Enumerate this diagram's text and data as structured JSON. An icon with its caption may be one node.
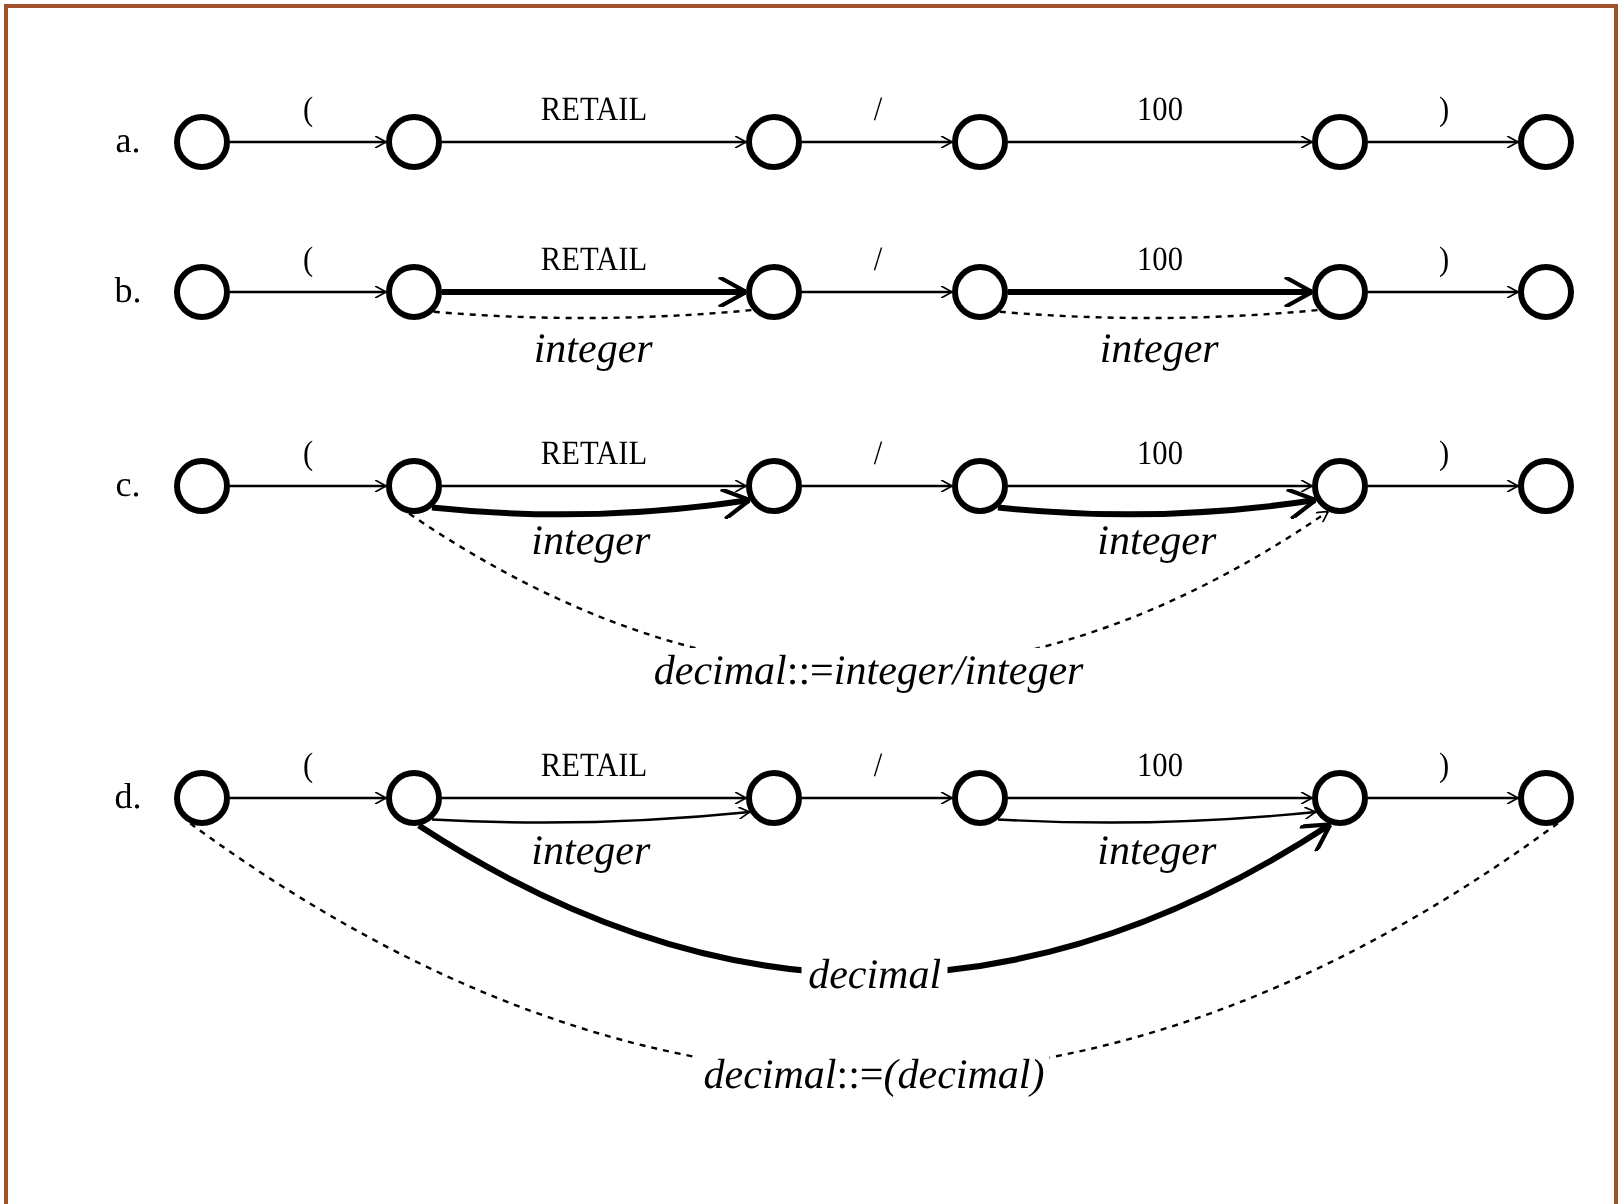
{
  "diagram": {
    "nodes": [
      {
        "text": [],
        "shape": "circle"
      },
      {
        "text": [],
        "shape": "circle"
      },
      {
        "text": [],
        "shape": "circle"
      },
      {
        "text": [],
        "shape": "circle"
      },
      {
        "text": [],
        "shape": "circle"
      },
      {
        "text": [],
        "shape": "circle"
      },
      {
        "text": [],
        "shape": "circle"
      },
      {
        "text": [],
        "shape": "circle"
      },
      {
        "text": [],
        "shape": "circle"
      },
      {
        "text": [],
        "shape": "circle"
      },
      {
        "text": [],
        "shape": "circle"
      },
      {
        "text": [],
        "shape": "circle"
      },
      {
        "text": [],
        "shape": "circle"
      },
      {
        "text": [],
        "shape": "circle"
      },
      {
        "text": [],
        "shape": "circle"
      },
      {
        "text": [],
        "shape": "circle"
      },
      {
        "text": [],
        "shape": "circle"
      },
      {
        "text": [],
        "shape": "circle"
      },
      {
        "text": [],
        "shape": "circle"
      },
      {
        "text": [],
        "shape": "circle"
      },
      {
        "text": [],
        "shape": "circle"
      },
      {
        "text": [],
        "shape": "circle"
      },
      {
        "text": [],
        "shape": "circle"
      },
      {
        "text": [],
        "shape": "circle"
      }
    ],
    "edges": [
      {
        "from": 0,
        "to": 1,
        "arrow": "to",
        "label": "("
      },
      {
        "from": 1,
        "to": 2,
        "arrow": "to",
        "label": "RETAIL"
      },
      {
        "from": 2,
        "to": 3,
        "arrow": "to",
        "label": "/"
      },
      {
        "from": 3,
        "to": 4,
        "arrow": "to",
        "label": "100"
      },
      {
        "from": 4,
        "to": 5,
        "arrow": "to",
        "label": ")"
      },
      {
        "from": 6,
        "to": 7,
        "arrow": "to",
        "label": "("
      },
      {
        "from": 7,
        "to": 8,
        "arrow": "to",
        "label": "RETAIL",
        "style": "thick"
      },
      {
        "from": 8,
        "to": 9,
        "arrow": "to",
        "label": "/"
      },
      {
        "from": 9,
        "to": 10,
        "arrow": "to",
        "label": "100",
        "style": "thick"
      },
      {
        "from": 10,
        "to": 11,
        "arrow": "to",
        "label": ")"
      },
      {
        "from": 7,
        "to": 8,
        "arrow": "none",
        "label": "integer",
        "style": "dashed"
      },
      {
        "from": 9,
        "to": 10,
        "arrow": "none",
        "label": "integer",
        "style": "dashed"
      },
      {
        "from": 12,
        "to": 13,
        "arrow": "to",
        "label": "("
      },
      {
        "from": 13,
        "to": 14,
        "arrow": "to",
        "label": "RETAIL"
      },
      {
        "from": 14,
        "to": 15,
        "arrow": "to",
        "label": "/"
      },
      {
        "from": 15,
        "to": 16,
        "arrow": "to",
        "label": "100"
      },
      {
        "from": 16,
        "to": 17,
        "arrow": "to",
        "label": ")"
      },
      {
        "from": 13,
        "to": 14,
        "arrow": "to",
        "label": "integer",
        "style": "thick"
      },
      {
        "from": 15,
        "to": 16,
        "arrow": "to",
        "label": "integer",
        "style": "thick"
      },
      {
        "from": 13,
        "to": 16,
        "arrow": "to",
        "label": "*decimal*::=*integer/integer*",
        "style": "dashed"
      },
      {
        "from": 18,
        "to": 19,
        "arrow": "to",
        "label": "("
      },
      {
        "from": 19,
        "to": 20,
        "arrow": "to",
        "label": "RETAIL"
      },
      {
        "from": 20,
        "to": 21,
        "arrow": "to",
        "label": "/"
      },
      {
        "from": 21,
        "to": 22,
        "arrow": "to",
        "label": "100"
      },
      {
        "from": 22,
        "to": 23,
        "arrow": "to",
        "label": ")"
      },
      {
        "from": 19,
        "to": 20,
        "arrow": "to",
        "label": "integer"
      },
      {
        "from": 21,
        "to": 22,
        "arrow": "to",
        "label": "integer"
      },
      {
        "from": 19,
        "to": 22,
        "arrow": "to",
        "label": "decimal",
        "style": "thick"
      },
      {
        "from": 18,
        "to": 23,
        "arrow": "none",
        "label": "*decimal*::=*(decimal)*",
        "style": "dashed"
      }
    ],
    "labels": [
      "a.",
      "b.",
      "c.",
      "d."
    ]
  }
}
